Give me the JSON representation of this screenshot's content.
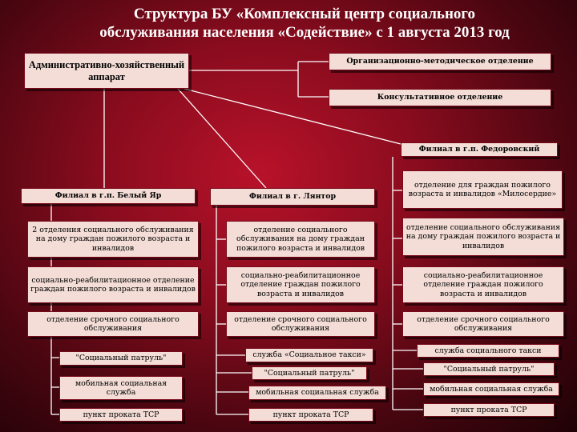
{
  "title": {
    "line1": "Структура БУ «Комплексный центр социального",
    "line2": "обслуживания населения «Содействие» с 1 августа 2013 год"
  },
  "admin": "Административно-хозяйственный аппарат",
  "top_departments": {
    "methodical": "Организационно-методическое отделение",
    "consulting": "Консультативное отделение"
  },
  "branches": {
    "belyy_yar": {
      "name": "Филиал в г.п. Белый Яр",
      "home_service": "2 отделения социального обслуживания на дому граждан пожилого возраста и инвалидов",
      "rehab": "социально-реабилитационное отделение граждан пожилого возраста и инвалидов",
      "urgent": "отделение срочного социального обслуживания",
      "services": [
        "\"Социальный патруль\"",
        "мобильная социальная служба",
        "пункт проката ТСР"
      ]
    },
    "lyantor": {
      "name": "Филиал в г. Лянтор",
      "home_service": "отделение социального обслуживания на дому граждан пожилого возраста и инвалидов",
      "rehab": "социально-реабилитационное отделение граждан пожилого возраста и инвалидов",
      "urgent": "отделение срочного социального обслуживания",
      "services": [
        "служба «Социальное такси»",
        "\"Социальный патруль\"",
        "мобильная социальная служба",
        "пункт проката ТСР"
      ]
    },
    "fedorovskiy": {
      "name": "Филиал в г.п. Федоровский",
      "elderly": "отделение для граждан пожилого возраста и инвалидов «Милосердие»",
      "home_service": "отделение социального обслуживания на дому граждан пожилого возраста и инвалидов",
      "rehab": "социально-реабилитационное отделение граждан пожилого возраста и инвалидов",
      "urgent": "отделение срочного социального обслуживания",
      "services": [
        "служба социального такси",
        "\"Социальный патруль\"",
        "мобильная социальная служба",
        "пункт проката ТСР"
      ]
    }
  }
}
